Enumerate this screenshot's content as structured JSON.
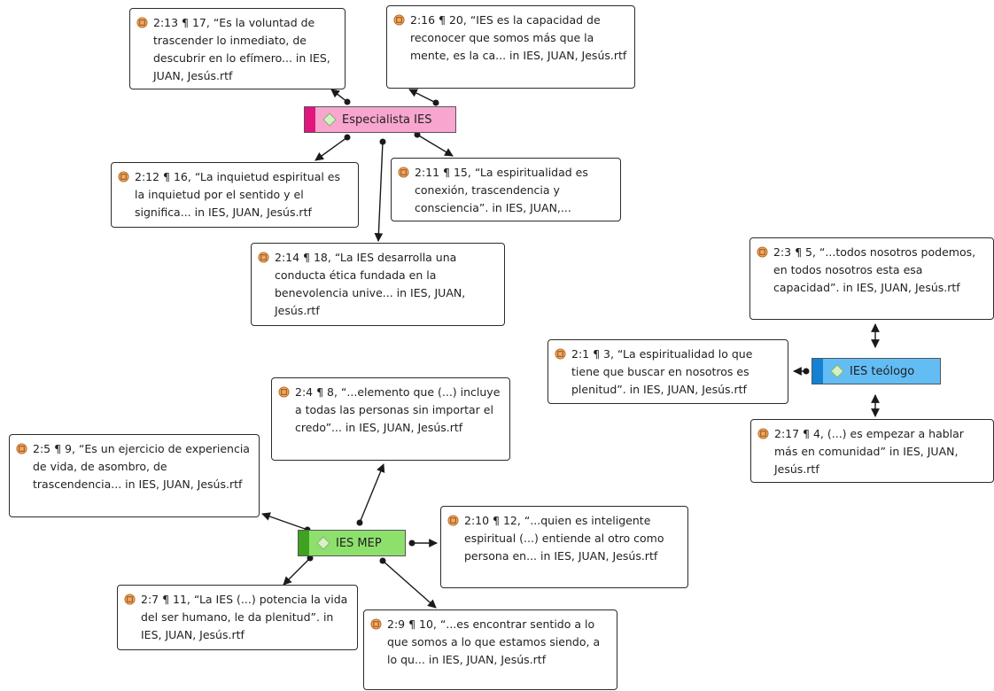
{
  "codes": {
    "especialista": {
      "label": "Especialista IES",
      "fill": "#f8a6cf",
      "bar": "#e0157e"
    },
    "teologo": {
      "label": "IES teólogo",
      "fill": "#63bdf5",
      "bar": "#1581d4"
    },
    "mep": {
      "label": "IES MEP",
      "fill": "#8ee06d",
      "bar": "#3fa21e"
    }
  },
  "quotes": {
    "q_2_13": "2:13 ¶ 17, “Es la voluntad de trascender lo inmediato, de descubrir en lo efímero... in IES, JUAN, Jesús.rtf",
    "q_2_16": "2:16 ¶ 20, “IES es la capacidad de reconocer que somos más que la mente, es la ca... in IES, JUAN, Jesús.rtf",
    "q_2_12": "2:12 ¶ 16, “La inquietud espiritual es la inquietud por el sentido y el significa... in IES, JUAN, Jesús.rtf",
    "q_2_11": "2:11 ¶ 15, “La espiritualidad es conexión, trascendencia y consciencia”. in IES, JUAN,...",
    "q_2_14": "2:14 ¶ 18, “La IES desarrolla una conducta ética fundada en la benevolencia unive... in IES, JUAN, Jesús.rtf",
    "q_2_3": "2:3 ¶ 5, “...todos nosotros podemos, en todos nosotros esta esa capacidad”. in IES, JUAN, Jesús.rtf",
    "q_2_1": "2:1 ¶ 3, “La espiritualidad lo que tiene que buscar en nosotros es plenitud”. in IES, JUAN, Jesús.rtf",
    "q_2_17": "2:17 ¶ 4, (...) es empezar a hablar más en comunidad” in IES, JUAN, Jesús.rtf",
    "q_2_4": "2:4 ¶ 8, “...elemento que (...) incluye a todas las personas sin importar el credo”... in IES, JUAN, Jesús.rtf",
    "q_2_5": "2:5 ¶ 9, “Es un ejercicio de experiencia de vida, de asombro, de trascendencia... in IES, JUAN, Jesús.rtf",
    "q_2_10": "2:10 ¶ 12, “...quien es inteligente espiritual (...) entiende al otro como persona en... in IES, JUAN, Jesús.rtf",
    "q_2_7": "2:7 ¶ 11, “La IES (...) potencia la vida del ser humano, le da plenitud”. in IES, JUAN, Jesús.rtf",
    "q_2_9": "2:9 ¶ 10, “...es encontrar sentido a lo que somos a lo que estamos siendo, a lo qu... in IES, JUAN, Jesús.rtf"
  },
  "colors": {
    "quote_icon": "#f0a868",
    "quote_icon_stroke": "#b66a1d",
    "link": "#1a1a1a"
  }
}
